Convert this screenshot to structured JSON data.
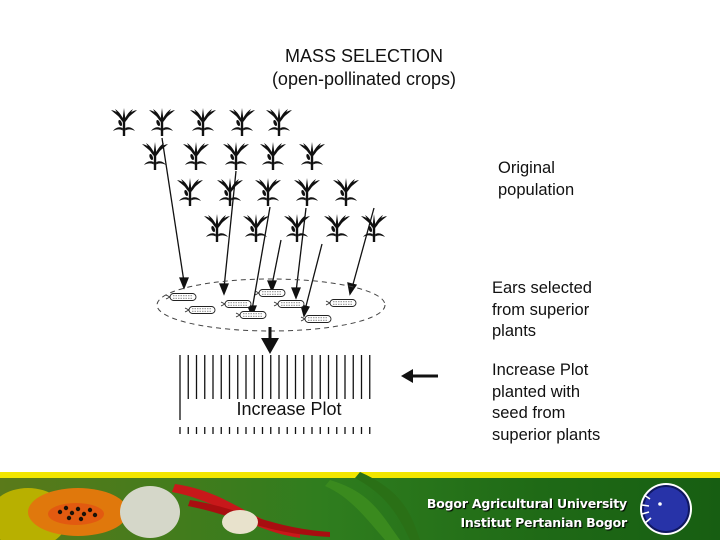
{
  "title": {
    "line1": "MASS SELECTION",
    "line2": "(open-pollinated crops)"
  },
  "labels": {
    "original": [
      "Original",
      "population"
    ],
    "ears": [
      "Ears selected",
      "from superior",
      "plants"
    ],
    "increase": [
      "Increase Plot",
      "planted with",
      "seed from",
      "superior plants"
    ]
  },
  "plot_label": "Increase Plot",
  "footer": {
    "line1": "Bogor Agricultural University",
    "line2": "Institut Pertanian Bogor"
  },
  "colors": {
    "accent_line": "#f2e600",
    "footer_green": "#2f7d1e"
  },
  "icons": [
    "maize-plant-icon",
    "ear-of-corn-icon",
    "university-seal-icon"
  ]
}
